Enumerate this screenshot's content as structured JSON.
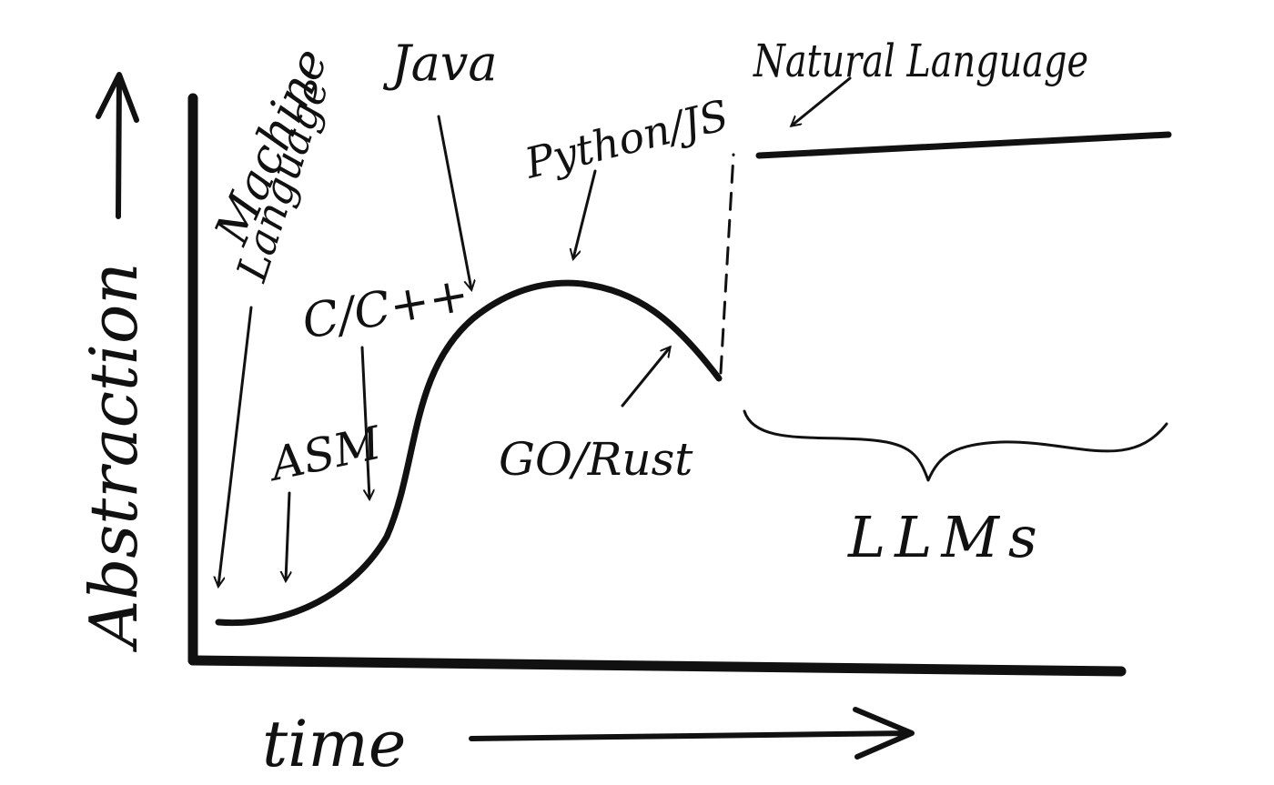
{
  "axes": {
    "y_label": "Abstraction",
    "x_label": "time"
  },
  "labels": {
    "machine_line1": "Machine",
    "machine_line2": "Language",
    "asm": "ASM",
    "c_cpp": "C/C++",
    "java": "Java",
    "python_js": "Python/JS",
    "go_rust": "GO/Rust",
    "natural_language": "Natural Language",
    "llms": "LLMs"
  },
  "colors": {
    "ink": "#111111",
    "background": "#ffffff"
  }
}
